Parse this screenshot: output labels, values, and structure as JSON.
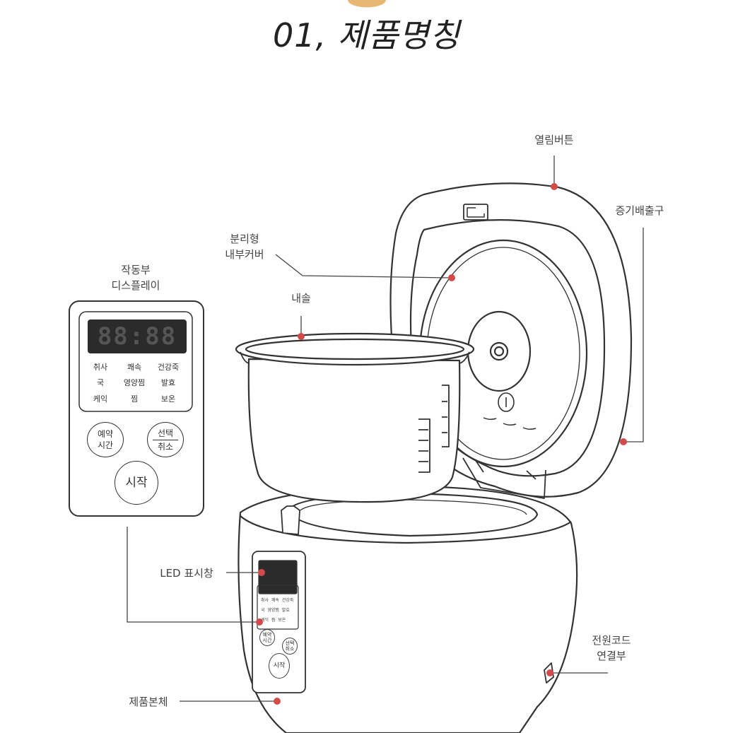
{
  "title": "01, 제품명칭",
  "labels": {
    "open_button": "열림버튼",
    "steam_vent": "증기배출구",
    "inner_cover": [
      "분리형",
      "내부커버"
    ],
    "inner_pot": "내솔",
    "control_display": [
      "작동부",
      "디스플레이"
    ],
    "led_display": "LED 표시창",
    "power_cord": [
      "전원코드",
      "연결부"
    ],
    "body": "제품본체"
  },
  "panel": {
    "display_digits": "88:88",
    "menu": [
      [
        "취사",
        "쾌속",
        "건강죽"
      ],
      [
        "국",
        "영양찜",
        "발효"
      ],
      [
        "케익",
        "찜",
        "보온"
      ]
    ],
    "reserve_button": [
      "예약",
      "시간"
    ],
    "select_button": [
      "선택",
      "취소"
    ],
    "start_button": "시작"
  },
  "colors": {
    "line": "#333333",
    "callout_dot": "#d24a4a",
    "display_bg": "#2b2b2b",
    "accent": "#e9b774"
  }
}
